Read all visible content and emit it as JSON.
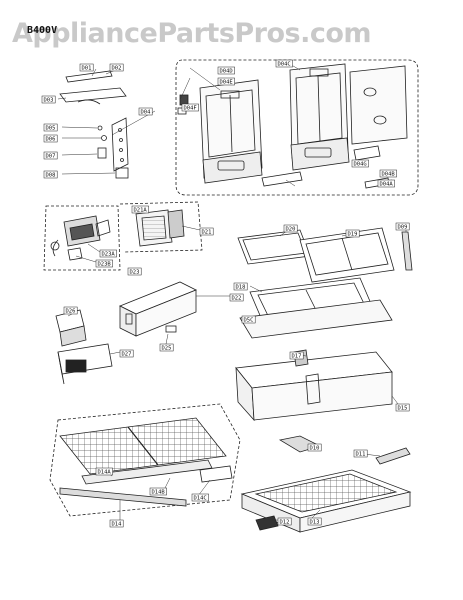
{
  "watermark": "AppliancePartsPros.com",
  "diagram_code": "B400V",
  "labels": [
    {
      "id": "lbl-d01",
      "text": "D01"
    },
    {
      "id": "lbl-d02",
      "text": "D02"
    },
    {
      "id": "lbl-d03",
      "text": "D03"
    },
    {
      "id": "lbl-d04",
      "text": "D04"
    },
    {
      "id": "lbl-d05",
      "text": "D05"
    },
    {
      "id": "lbl-d06",
      "text": "D06"
    },
    {
      "id": "lbl-d07",
      "text": "D07"
    },
    {
      "id": "lbl-d08",
      "text": "D08"
    },
    {
      "id": "lbl-d04c",
      "text": "D04C"
    },
    {
      "id": "lbl-d04d",
      "text": "D04D"
    },
    {
      "id": "lbl-d04e",
      "text": "D04E"
    },
    {
      "id": "lbl-d04f",
      "text": "D04F"
    },
    {
      "id": "lbl-d04a",
      "text": "D04A"
    },
    {
      "id": "lbl-d04b",
      "text": "D04B"
    },
    {
      "id": "lbl-d04g",
      "text": "D04G"
    },
    {
      "id": "lbl-d21",
      "text": "D21"
    },
    {
      "id": "lbl-d22",
      "text": "D22"
    },
    {
      "id": "lbl-d23",
      "text": "D23"
    },
    {
      "id": "lbl-d23a",
      "text": "D23A"
    },
    {
      "id": "lbl-d23b",
      "text": "D23B"
    },
    {
      "id": "lbl-d21a",
      "text": "D21A"
    },
    {
      "id": "lbl-d20",
      "text": "D20"
    },
    {
      "id": "lbl-d19",
      "text": "D19"
    },
    {
      "id": "lbl-d09",
      "text": "D09"
    },
    {
      "id": "lbl-d18",
      "text": "D18"
    },
    {
      "id": "lbl-d5c",
      "text": "D5C"
    },
    {
      "id": "lbl-d26",
      "text": "D26"
    },
    {
      "id": "lbl-d25",
      "text": "D25"
    },
    {
      "id": "lbl-d27",
      "text": "D27"
    },
    {
      "id": "lbl-d17",
      "text": "D17"
    },
    {
      "id": "lbl-d15",
      "text": "D15"
    },
    {
      "id": "lbl-d10",
      "text": "D10"
    },
    {
      "id": "lbl-d11",
      "text": "D11"
    },
    {
      "id": "lbl-d12",
      "text": "D12"
    },
    {
      "id": "lbl-d13",
      "text": "D13"
    },
    {
      "id": "lbl-d14",
      "text": "D14"
    },
    {
      "id": "lbl-d14a",
      "text": "D14A"
    },
    {
      "id": "lbl-d14b",
      "text": "D14B"
    },
    {
      "id": "lbl-d14c",
      "text": "D14C"
    }
  ]
}
